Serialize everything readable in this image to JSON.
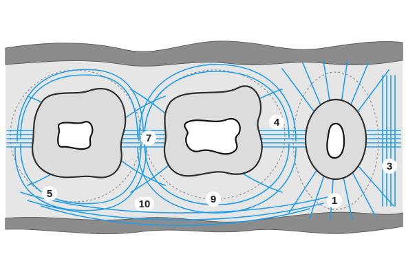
{
  "colors": {
    "background": "#ffffff",
    "gingiva": "#8c8c8c",
    "gingiva_edge": "#5e5e5e",
    "bone": "#e6e6e6",
    "root": "#dcdcdc",
    "root_outline": "#2e2e2e",
    "canal_fill": "#ffffff",
    "canal_outline": "#111111",
    "fiber": "#1f9ee8",
    "dashed": "#9a9a9a"
  },
  "labels": {
    "n1": "1",
    "n3": "3",
    "n4": "4",
    "n5": "5",
    "n7": "7",
    "n9": "9",
    "n10": "10"
  },
  "icons": {
    "molar_left": "molar-root-cross-section",
    "molar_middle": "molar-root-cross-section",
    "premolar_right": "single-root-cross-section"
  }
}
